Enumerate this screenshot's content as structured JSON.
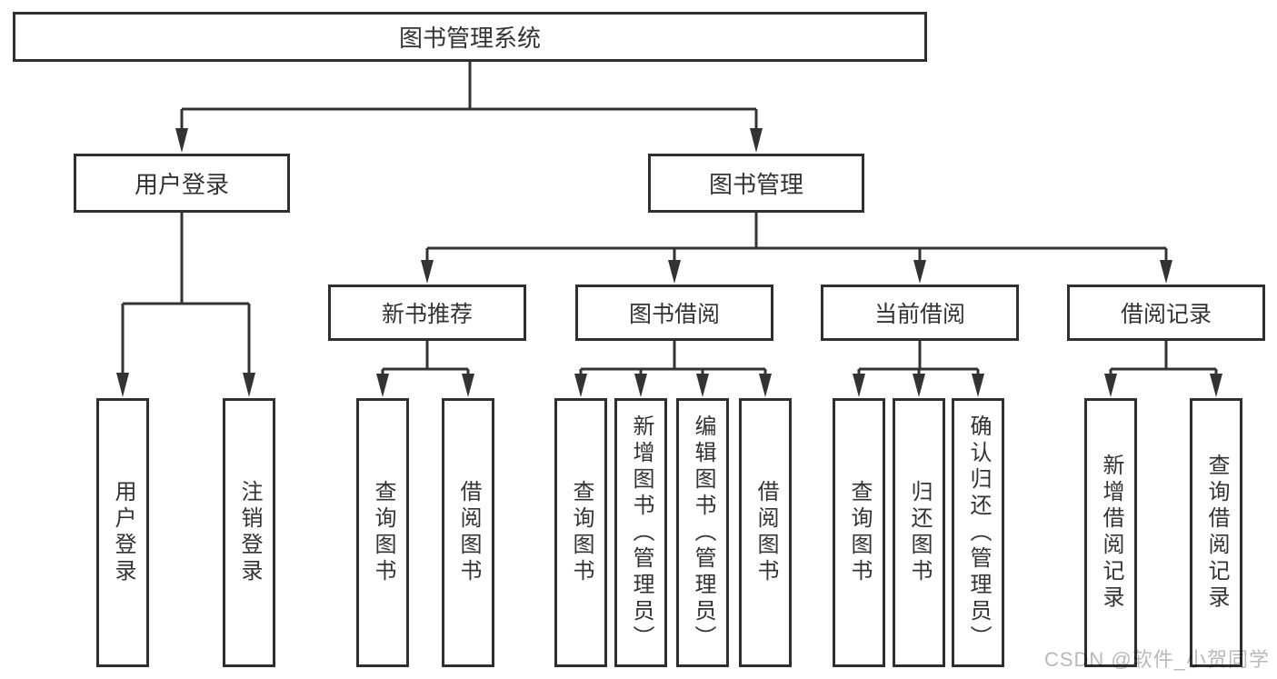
{
  "diagram": {
    "title": "图书管理系统",
    "tree": {
      "root": {
        "label": "图书管理系统"
      },
      "branches": [
        {
          "label": "用户登录",
          "children": [
            {
              "label": "用户登录"
            },
            {
              "label": "注销登录"
            }
          ]
        },
        {
          "label": "图书管理",
          "children": [
            {
              "label": "新书推荐",
              "children": [
                {
                  "label": "查询图书"
                },
                {
                  "label": "借阅图书"
                }
              ]
            },
            {
              "label": "图书借阅",
              "children": [
                {
                  "label": "查询图书"
                },
                {
                  "label": "新增图书（管理员）"
                },
                {
                  "label": "编辑图书（管理员）"
                },
                {
                  "label": "借阅图书"
                }
              ]
            },
            {
              "label": "当前借阅",
              "children": [
                {
                  "label": "查询图书"
                },
                {
                  "label": "归还图书"
                },
                {
                  "label": "确认归还（管理员）"
                }
              ]
            },
            {
              "label": "借阅记录",
              "children": [
                {
                  "label": "新增借阅记录"
                },
                {
                  "label": "查询借阅记录"
                }
              ]
            }
          ]
        }
      ]
    },
    "colors": {
      "line": "#333333",
      "box_background": "#ffffff",
      "text": "#333333",
      "watermark": "#b9b9b9"
    }
  },
  "watermark": {
    "text": "CSDN @软件_小贺同学"
  }
}
